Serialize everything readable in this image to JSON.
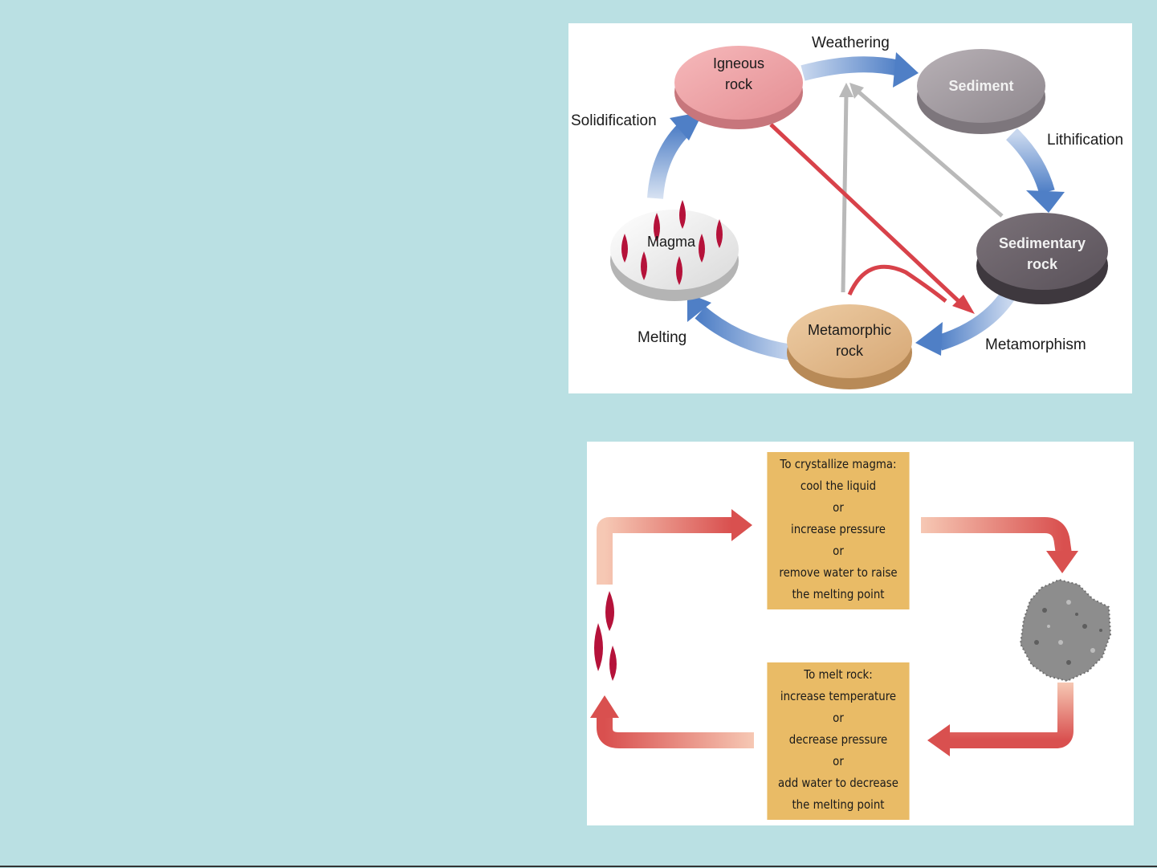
{
  "rock_cycle": {
    "nodes": {
      "igneous": [
        "Igneous",
        "rock"
      ],
      "sediment": [
        "Sediment"
      ],
      "sedimentary": [
        "Sedimentary",
        "rock"
      ],
      "metamorphic": [
        "Metamorphic",
        "rock"
      ],
      "magma": [
        "Magma"
      ]
    },
    "processes": {
      "weathering": "Weathering",
      "lithification": "Lithification",
      "metamorphism": "Metamorphism",
      "melting": "Melting",
      "solidification": "Solidification"
    }
  },
  "melt_crystallize": {
    "crystallize_box": [
      "To crystallize magma:",
      "cool the liquid",
      "or",
      "increase pressure",
      "or",
      "remove water to raise",
      "the melting point"
    ],
    "melt_box": [
      "To melt rock:",
      "increase temperature",
      "or",
      "decrease pressure",
      "or",
      "add water to decrease",
      "the melting point"
    ]
  },
  "colors": {
    "background": "#bae0e3",
    "igneous": "#f0a5a8",
    "sediment": "#a7a0a6",
    "sedimentary": "#6d646b",
    "metamorphic": "#e2b98c",
    "cycle_arrow": "#5b86c8",
    "melt_arrow": "#d9504f",
    "box_fill": "#e9bb66"
  }
}
